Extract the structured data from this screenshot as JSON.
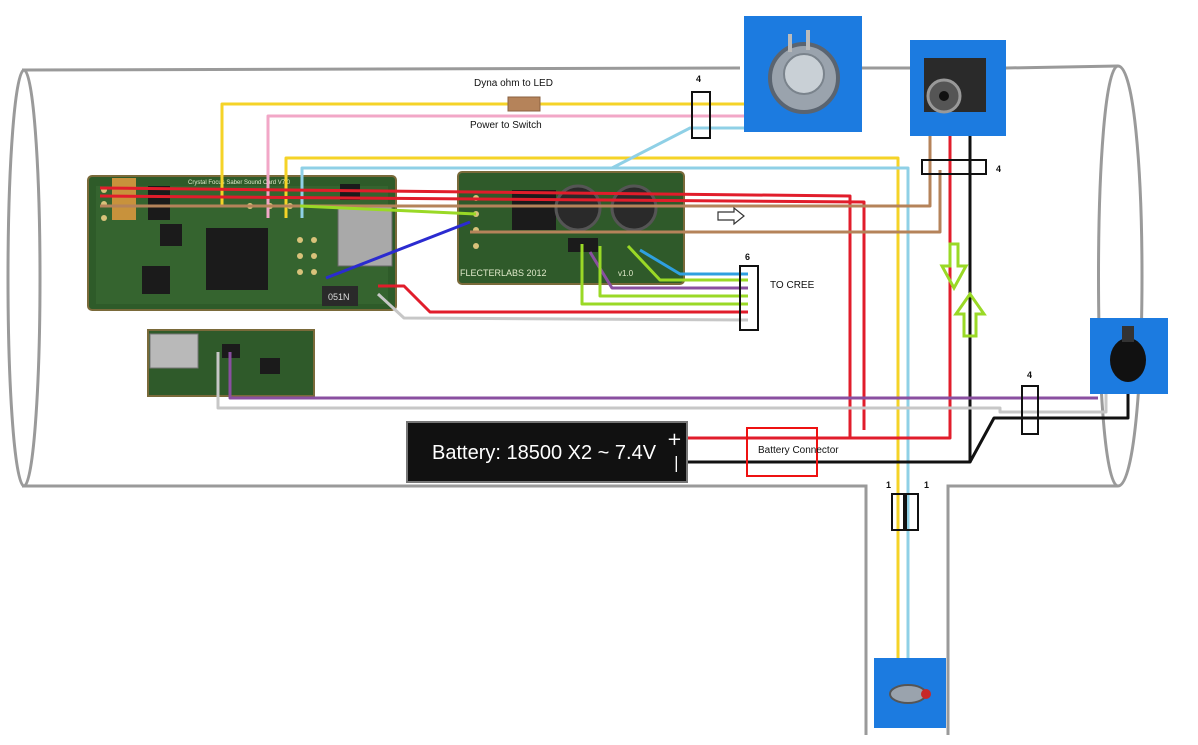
{
  "labels": {
    "dyna_ohm": "Dyna ohm to LED",
    "power_switch": "Power to Switch",
    "to_cree": "TO CREE",
    "battery_connector": "Battery Connector",
    "battery": "Battery: 18500 X2 ~ 7.4V",
    "battery_plus": "+",
    "battery_minus": "|",
    "conn_count_top": "4",
    "conn_count_right": "4",
    "conn_count_cree": "6",
    "conn_count_bottom": "4",
    "conn_count_switch_a": "1",
    "conn_count_switch_b": "1"
  },
  "pcb_text": {
    "main_board": "Crystal Focus Saber Sound Card V7.0",
    "led_board": "FLECTERLABS  2012",
    "led_board_ver": "v1.0",
    "chip_label": "051N"
  },
  "components": [
    {
      "name": "momentary-button",
      "icon": "metal-push-button"
    },
    {
      "name": "charge-port",
      "icon": "dc-jack"
    },
    {
      "name": "kill-key",
      "icon": "rotary-switch"
    },
    {
      "name": "tactile-switch",
      "icon": "small-push-button"
    }
  ],
  "colors": {
    "yellow": "#f5d327",
    "pink": "#f2a7c7",
    "lightblue": "#8fd0e6",
    "red": "#e11d2b",
    "brown": "#b5835a",
    "black": "#111111",
    "gray": "#c7c7c7",
    "purple": "#8a4fa0",
    "blue": "#2b2bd0",
    "lime": "#9ad926",
    "photo_bg": "#1c7be0",
    "pcb_green": "#2f5a2a"
  }
}
